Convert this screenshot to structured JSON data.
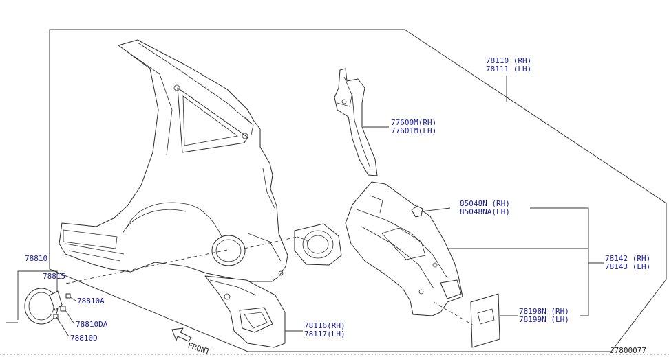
{
  "callouts": {
    "panel_rh": "78110 (RH)",
    "panel_lh": "78111 (LH)",
    "pillar_rh": "77600M(RH)",
    "pillar_lh": "77601M(LH)",
    "bracket_rh": "85048N  (RH)",
    "bracket_lh": "85048NA(LH)",
    "inner_rh": "78142 (RH)",
    "inner_lh": "78143 (LH)",
    "patch_rh": "78198N (RH)",
    "patch_lh": "78199N (LH)",
    "wheel_rh": "78116(RH)",
    "wheel_lh": "78117(LH)",
    "lid": "78810",
    "hinge": "78815",
    "part_a": "78810A",
    "part_da": "78810DA",
    "part_d": "78810D"
  },
  "front_label": "FRONT",
  "diagram_code": "J7800077"
}
